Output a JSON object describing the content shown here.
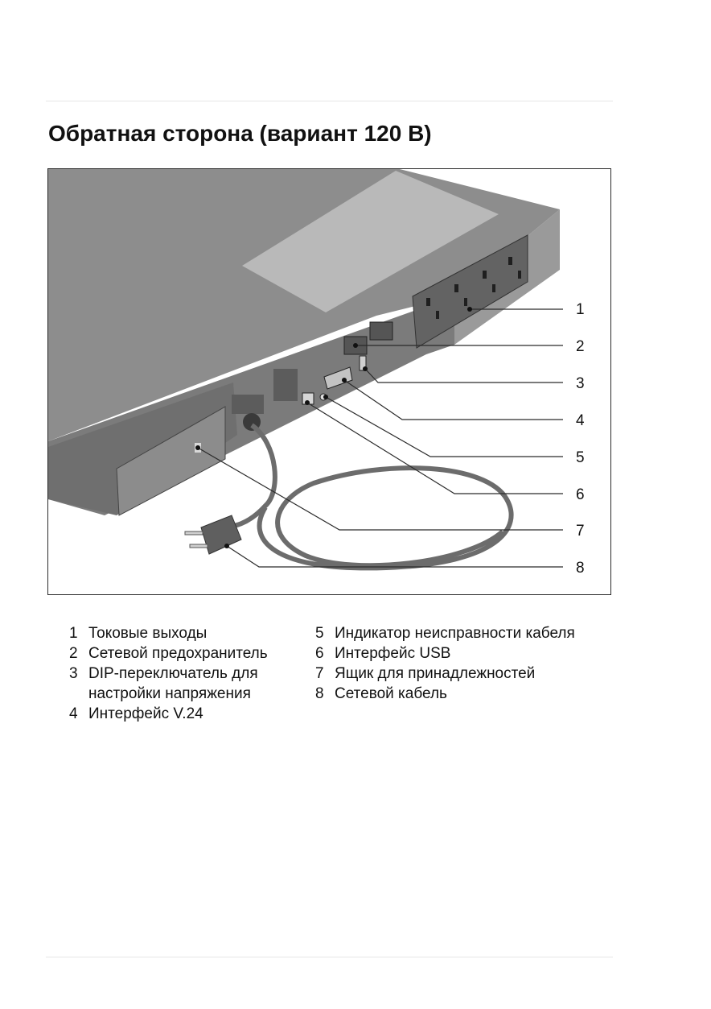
{
  "title": "Обратная сторона (вариант 120 В)",
  "figure": {
    "callouts": [
      "1",
      "2",
      "3",
      "4",
      "5",
      "6",
      "7",
      "8"
    ]
  },
  "legend": {
    "left": [
      {
        "num": "1",
        "text": "Токовые выходы"
      },
      {
        "num": "2",
        "text": "Сетевой предохранитель"
      },
      {
        "num": "3",
        "text": "DIP-переключатель для настройки напряжения"
      },
      {
        "num": "4",
        "text": "Интерфейс V.24"
      }
    ],
    "right": [
      {
        "num": "5",
        "text": "Индикатор неисправности кабеля"
      },
      {
        "num": "6",
        "text": "Интерфейс USB"
      },
      {
        "num": "7",
        "text": "Ящик для принадлежностей"
      },
      {
        "num": "8",
        "text": "Сетевой кабель"
      }
    ]
  },
  "colors": {
    "device_top": "#8a8a8a",
    "device_front": "#7a7a7a",
    "device_side": "#939393",
    "label_area": "#b8b8b8",
    "cable": "#6e6e6e",
    "leader_line": "#2b2b2b"
  }
}
